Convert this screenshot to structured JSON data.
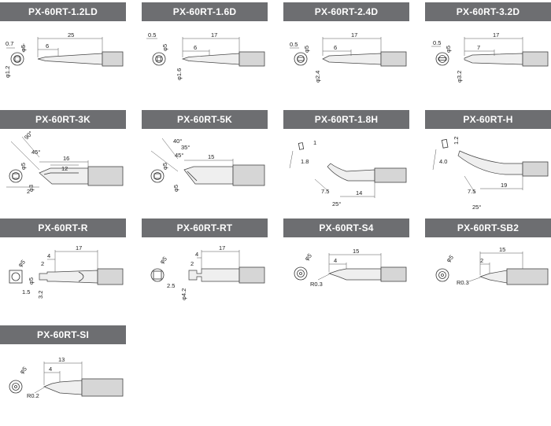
{
  "tips": [
    {
      "id": "1_2ld",
      "title": "PX-60RT-1.2LD",
      "dims": {
        "face": "0.7",
        "dia": "φ5",
        "len": "25",
        "shoulder": "6",
        "width": "φ1.2"
      }
    },
    {
      "id": "1_6d",
      "title": "PX-60RT-1.6D",
      "dims": {
        "face": "0.5",
        "dia": "φ5",
        "len": "17",
        "shoulder": "6",
        "width": "φ1.6"
      }
    },
    {
      "id": "2_4d",
      "title": "PX-60RT-2.4D",
      "dims": {
        "face": "0.5",
        "dia": "φ5",
        "len": "17",
        "shoulder": "6",
        "width": "φ2.4"
      }
    },
    {
      "id": "3_2d",
      "title": "PX-60RT-3.2D",
      "dims": {
        "face": "0.5",
        "dia": "φ5",
        "len": "17",
        "shoulder": "7",
        "width": "φ3.2"
      }
    },
    {
      "id": "3k",
      "title": "PX-60RT-3K",
      "dims": {
        "angle": "90°",
        "bevel": "45°",
        "len": "16",
        "blade": "12",
        "dia": "φ5",
        "width": "φ3",
        "thick": "2"
      }
    },
    {
      "id": "5k",
      "title": "PX-60RT-5K",
      "dims": {
        "angle": "40°",
        "angle2": "35°",
        "bevel": "45°",
        "len": "15",
        "dia": "φ5",
        "width": "φ5"
      }
    },
    {
      "id": "1_8h",
      "title": "PX-60RT-1.8H",
      "dims": {
        "tipw": "1",
        "tip": "1.8",
        "bend": "7.5",
        "angle": "25°",
        "len": "14"
      }
    },
    {
      "id": "h",
      "title": "PX-60RT-H",
      "dims": {
        "tipw": "1.2",
        "tip": "4.0",
        "bend": "7.5",
        "angle": "25°",
        "len": "19"
      }
    },
    {
      "id": "r",
      "title": "PX-60RT-R",
      "dims": {
        "dia": "φ5",
        "len": "17",
        "a": "4",
        "b": "2",
        "c": "φ5",
        "d": "1.5",
        "e": "3.2"
      }
    },
    {
      "id": "rt",
      "title": "PX-60RT-RT",
      "dims": {
        "dia": "φ5",
        "len": "17",
        "a": "4",
        "b": "2",
        "c": "2.5",
        "d": "φ4.2"
      }
    },
    {
      "id": "s4",
      "title": "PX-60RT-S4",
      "dims": {
        "dia": "φ5",
        "len": "15",
        "a": "4",
        "r": "R0.3"
      }
    },
    {
      "id": "sb2",
      "title": "PX-60RT-SB2",
      "dims": {
        "dia": "φ5",
        "len": "15",
        "a": "2",
        "r": "R0.3"
      }
    },
    {
      "id": "si",
      "title": "PX-60RT-SI",
      "dims": {
        "dia": "φ5",
        "len": "13",
        "a": "4",
        "r": "R0.2"
      }
    }
  ]
}
